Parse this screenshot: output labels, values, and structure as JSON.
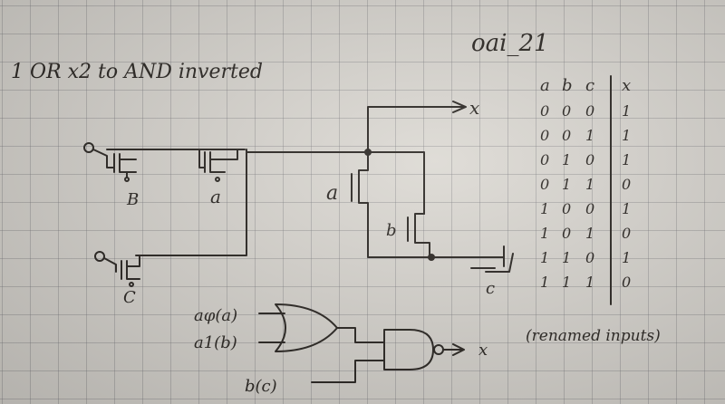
{
  "title": "oai_21",
  "subtitle": "1 OR x2 to AND inverted",
  "circuit": {
    "output_label": "x",
    "transistor_labels": {
      "top_left_b": "B",
      "top_right_a": "a",
      "bottom_c": "C",
      "pmos_a": "a",
      "pmos_b": "b",
      "nmos_c": "c"
    }
  },
  "gates": {
    "inputs": [
      "aφ(a)",
      "a1(b)",
      "b(c)"
    ],
    "output": "x",
    "note": "(renamed inputs)"
  },
  "truth_table": {
    "headers": [
      "a",
      "b",
      "c",
      "x"
    ],
    "rows": [
      [
        "0",
        "0",
        "0",
        "1"
      ],
      [
        "0",
        "0",
        "1",
        "1"
      ],
      [
        "0",
        "1",
        "0",
        "1"
      ],
      [
        "0",
        "1",
        "1",
        "0"
      ],
      [
        "1",
        "0",
        "0",
        "1"
      ],
      [
        "1",
        "0",
        "1",
        "0"
      ],
      [
        "1",
        "1",
        "0",
        "1"
      ],
      [
        "1",
        "1",
        "1",
        "0"
      ]
    ]
  }
}
